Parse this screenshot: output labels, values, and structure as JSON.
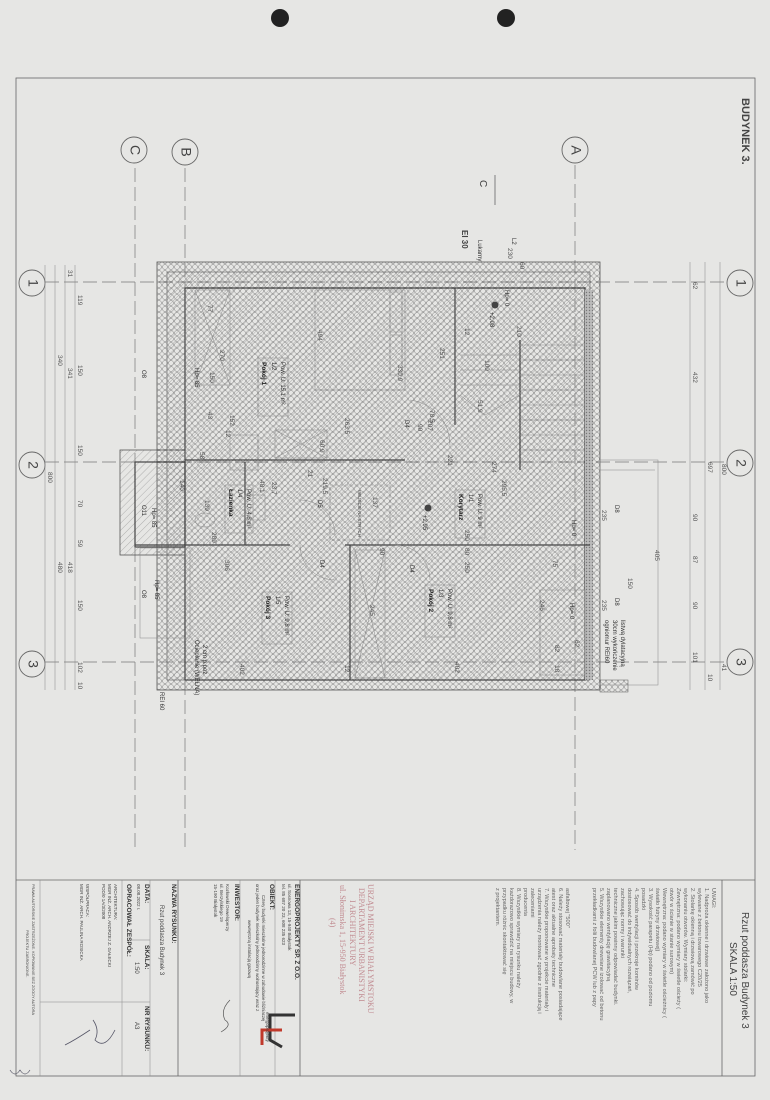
{
  "sheet": {
    "building": "BUDYNEK 3.",
    "section_marker": "C",
    "fire_class": "EI 30",
    "skylight": "Lukarny",
    "skylight_tag": "L2",
    "axes": {
      "a": "A",
      "b": "B",
      "c": "C",
      "n1": "1",
      "n2": "2",
      "n3": "3"
    }
  },
  "dimensions": {
    "top": [
      "62",
      "432",
      "697",
      "800",
      "90",
      "87",
      "90",
      "101",
      "41",
      "10"
    ],
    "left": [
      "31",
      "119",
      "150",
      "150",
      "70",
      "59",
      "418",
      "150",
      "102",
      "10",
      "340",
      "341",
      "800",
      "480"
    ],
    "inner": [
      "77",
      "270",
      "150",
      "43",
      "152",
      "12",
      "494",
      "330,9",
      "263,5",
      "251",
      "60,9",
      "58",
      "207",
      "90",
      "78,5",
      "100",
      "51,9",
      "210",
      "12",
      "230",
      "60",
      "274",
      "295,5",
      "221",
      "219,5",
      "137",
      "21",
      "23,7",
      "48,1",
      "140",
      "139",
      "289",
      "306",
      "245",
      "250",
      "250",
      "402",
      "402",
      "82",
      "18",
      "75",
      "246",
      "150",
      "235",
      "235",
      "405",
      "12",
      "62",
      "80",
      "90"
    ]
  },
  "levels": {
    "hp0": "Hp= 0",
    "hp85": "Hp= 85",
    "lvl_208": "+2,08",
    "lvl_295": "+2,95"
  },
  "doors": {
    "d4": "D4",
    "d5": "D5",
    "d8": "D8",
    "o8": "O8",
    "o11": "O11"
  },
  "rooms": [
    {
      "name": "Pokój 1",
      "num": "1/2",
      "area": "Pow. U: 15,1 m²"
    },
    {
      "name": "Korytarz",
      "num": "1/1",
      "area": "Pow. U: 9 m²"
    },
    {
      "name": "Pokój 2",
      "num": "1/3",
      "area": "Pow. U: 9,8 m²"
    },
    {
      "name": "Pokój 3",
      "num": "1/5",
      "area": "Pow. U: 9,8 m²"
    },
    {
      "name": "Łazienka",
      "num": "1/4",
      "area": "Pow. U: 4,8 m²"
    }
  ],
  "annotations": {
    "attic_entry": "WEJŚCIE NA STRYCH",
    "insulation_1": "Ocieplenie (WEŁNA)",
    "insulation_2": "2 cm p.poż",
    "rei": "REI 60",
    "firewall_1": "ogniomur REI60",
    "firewall_2": "30cm wykończenie",
    "firewall_3": "listwą dylatacyjną"
  },
  "title_block": {
    "title": "Rzut poddasza Budynek 3",
    "scale": "SKALA 1:50",
    "notes_heading": "UWAGI:",
    "notes": [
      "1. Nadproża okienne i drzwiowe założono jako",
      "wylewane z betonu towarowego C20/25",
      "2. Stolarkę okienną i drzwiową zamówić po",
      "wykonaniu otworów. Wymiary stolarki:",
      "Zewnętrzna: podano wymiary w świetle ościeży (",
      "otwór w ścianie w stanie surowym)",
      "Wewnętrzna: podano wymiary w świetle ościeżnicy (",
      "światło futryny drzwiowej)",
      "3. Wysokość parapetu (Hp) podano od poziomu",
      "posadzki",
      "4. Sposób wentylacji i przekroje kominów",
      "dostosować do indywidualnych rozwiązań,",
      "zachowując normy i warunki",
      "techniczne jakim powinny odpowiadać budynki.",
      "zaplanowano wentylację grawitacyjną",
      "5. Wszystkie elementy drewniane izolować od betonu",
      "przekładkami z folii budowlanej PCW lub z papy",
      "asfaltowej \"500\"",
      "6. Należy stosować materiały budowlane posiadające",
      "atest oraz aktualne aprobaty techniczne",
      "7. Wszystkie proponowane w projekcie materiały i",
      "urządzenia należy montować zgodnie z instrukcją i",
      "zaleceniami",
      "producenta",
      "8. Wszystkie wymiary na rysunku należy",
      "każdorazowo sprawdzić na miejscu budowy, w",
      "przypadku różnic skontaktować się",
      "z projektantem."
    ],
    "stamp": [
      "URZĄD MIEJSKI W BIAŁYMSTOKU",
      "DEPARTAMENT URBANISTYKI",
      "I ARCHITEKTURY",
      "ul. Słonimska 1, 15-950 Białystok",
      "(4)"
    ],
    "company": "ENERGOPROJEKTY SP. Z O.O.",
    "company_address": "ul. Sosnowa 13, 15-940 Białystok",
    "company_phone": "tel. 85 687 20 23, 608 235 623",
    "logo_text": "energoprojekty",
    "object_label": "OBIEKT:",
    "object_text_1": "Cztery budynki mieszkalne jednorodzinne w zabudowie bliźniaczej",
    "object_text_2": "oraz jeden budynek mieszkalny jednorodzinny wolnostojący wraz z",
    "object_text_3": "wewnętrzną instalacją gazową",
    "investor_label": "INWESTOR:",
    "investor": [
      "Kozłowski Deweloperzy",
      "ul. Berzylskiego 19",
      "15-190 Białystok"
    ],
    "drawing_name_label": "NAZWA RYSUNKU:",
    "drawing_name": "Rzut poddasza Budynek 3",
    "date_label": "DATA:",
    "date": "08.08.2022 r.",
    "scale_label": "SKALA:",
    "scale_value": "1:50",
    "number_label": "NR RYSUNKU:",
    "number_value": "A3",
    "team_label": "OPRACOWAŁ ZESPÓŁ:",
    "architecture": [
      "ARCHITEKTURA:",
      "MGR INŻ. ARCH. ANDRZEJ Z. GAŁECKI",
      "POD/0 1A/3/2008"
    ],
    "cooperation": [
      "WSPÓŁPRACA:",
      "MGR INŻ. ARCH. PAULINA ROSICKA"
    ],
    "copyright_1": "PRAWA AUTORSKIE ZASTRZEŻONE. KOPIOWANIE BEZ ZGODY AUTORA",
    "copyright_2": "PROJEKTU ZABRONIONE."
  },
  "colors": {
    "paper": "#e4e4e2",
    "ink": "#444444",
    "stamp": "#c08a90",
    "logo_red": "#c0392b"
  }
}
